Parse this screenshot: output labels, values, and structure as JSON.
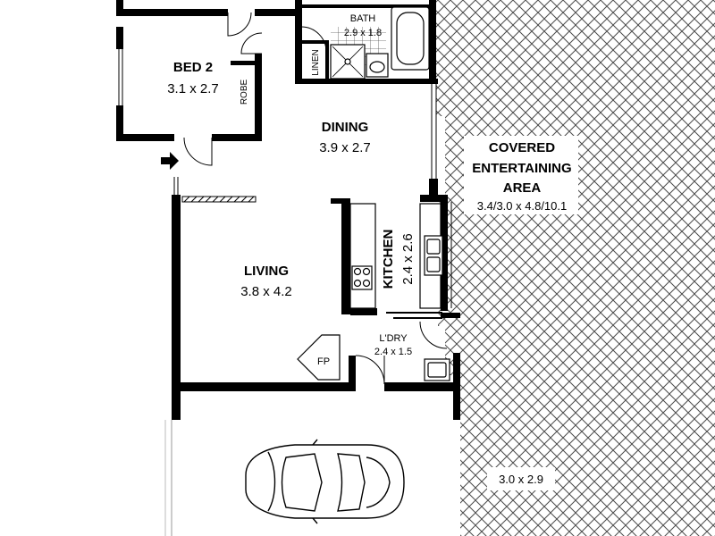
{
  "rooms": {
    "bed2": {
      "name": "BED 2",
      "size": "3.1 x 2.7"
    },
    "robe": {
      "name": "ROBE"
    },
    "bath": {
      "name": "BATH",
      "size": "2.9 x 1.8"
    },
    "linen": {
      "name": "LINEN"
    },
    "dining": {
      "name": "DINING",
      "size": "3.9 x 2.7"
    },
    "covered": {
      "line1": "COVERED",
      "line2": "ENTERTAINING",
      "line3": "AREA",
      "size": "3.4/3.0 x 4.8/10.1"
    },
    "kitchen": {
      "name": "KITCHEN",
      "size": "2.4 x 2.6"
    },
    "living": {
      "name": "LIVING",
      "size": "3.8 x 4.2"
    },
    "laundry": {
      "name": "L'DRY",
      "size": "2.4 x 1.5"
    },
    "fireplace": {
      "name": "FP"
    },
    "carport": {
      "size": "3.0 x 2.9"
    }
  },
  "icons": {
    "entry": "entry-arrow-icon",
    "car": "car-icon"
  },
  "colors": {
    "wall": "#000000",
    "hatch": "#4a4a4a",
    "background": "#ffffff"
  }
}
